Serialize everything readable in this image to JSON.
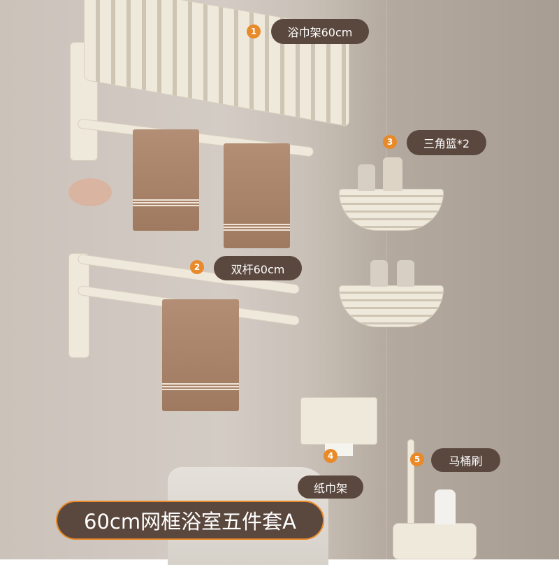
{
  "labels": [
    {
      "number": "1",
      "text": "浴巾架60cm"
    },
    {
      "number": "2",
      "text": "双杆60cm"
    },
    {
      "number": "3",
      "text": "三角篮*2"
    },
    {
      "number": "4",
      "text": "纸巾架"
    },
    {
      "number": "5",
      "text": "马桶刷"
    }
  ],
  "title": "60cm网框浴室五件套A",
  "colors": {
    "badge": "#e88a2a",
    "pill": "#5a473d",
    "product": "#efe9dc",
    "towel": "#a9846a"
  }
}
